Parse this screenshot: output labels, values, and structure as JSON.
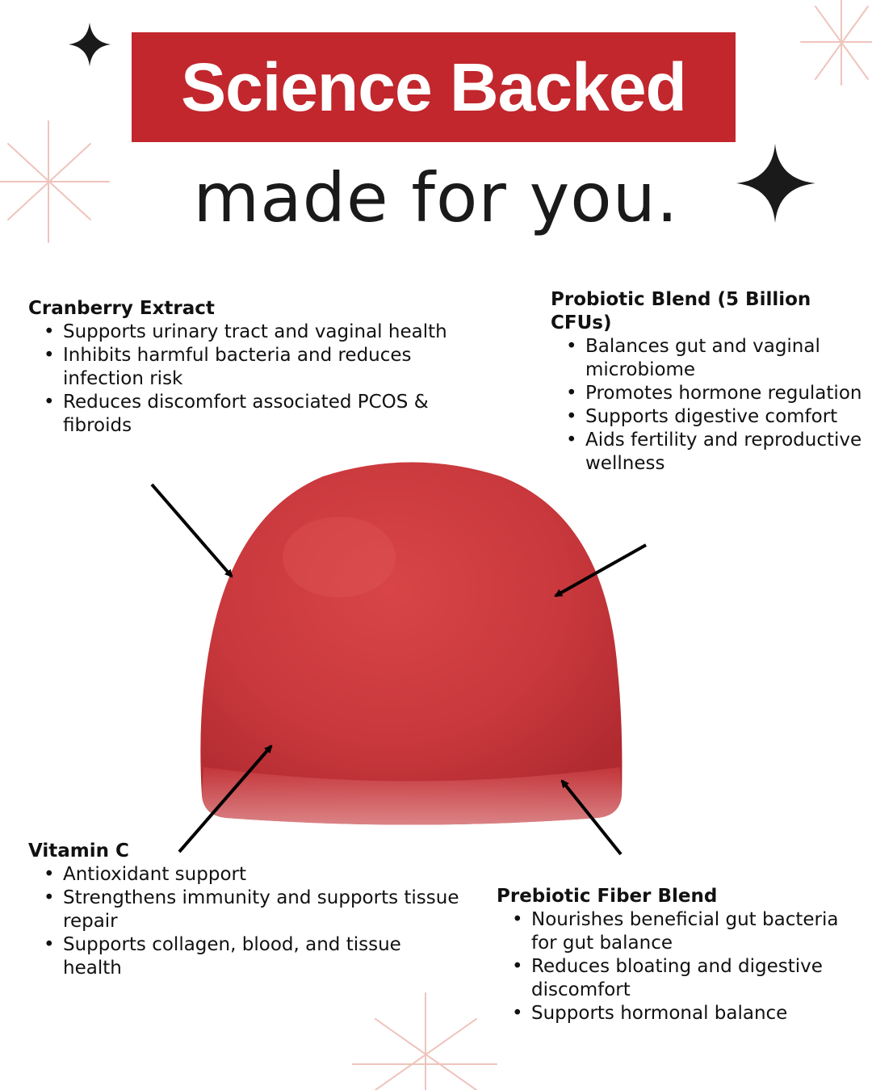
{
  "header": {
    "banner_text": "Science Backed",
    "subtitle": "made for you.",
    "banner_color": "#c1272d"
  },
  "blocks": [
    {
      "title": "Cranberry Extract",
      "items": [
        "Supports urinary tract and vaginal health",
        "Inhibits harmful bacteria and reduces infection risk",
        "Reduces discomfort associated PCOS & fibroids"
      ]
    },
    {
      "title": "Probiotic Blend (5 Billion CFUs)",
      "items": [
        "Balances gut and vaginal microbiome",
        "Promotes hormone regulation",
        "Supports digestive comfort",
        "Aids fertility and reproductive wellness"
      ]
    },
    {
      "title": "Vitamin C",
      "items": [
        "Antioxidant support",
        "Strengthens immunity and supports tissue repair",
        "Supports collagen, blood, and tissue health"
      ]
    },
    {
      "title": "Prebiotic Fiber Blend",
      "items": [
        "Nourishes beneficial gut bacteria for gut balance",
        "Reduces bloating and digestive discomfort",
        "Supports hormonal balance"
      ]
    }
  ],
  "colors": {
    "gummy": "#c8383c",
    "sparkle_dark": "#1a1a1a",
    "sparkle_light": "#efc4bc"
  },
  "icons": [
    "sparkle-icon",
    "sparkle-icon",
    "starburst-icon",
    "starburst-icon",
    "starburst-icon",
    "gummy-image",
    "arrow-icon"
  ]
}
